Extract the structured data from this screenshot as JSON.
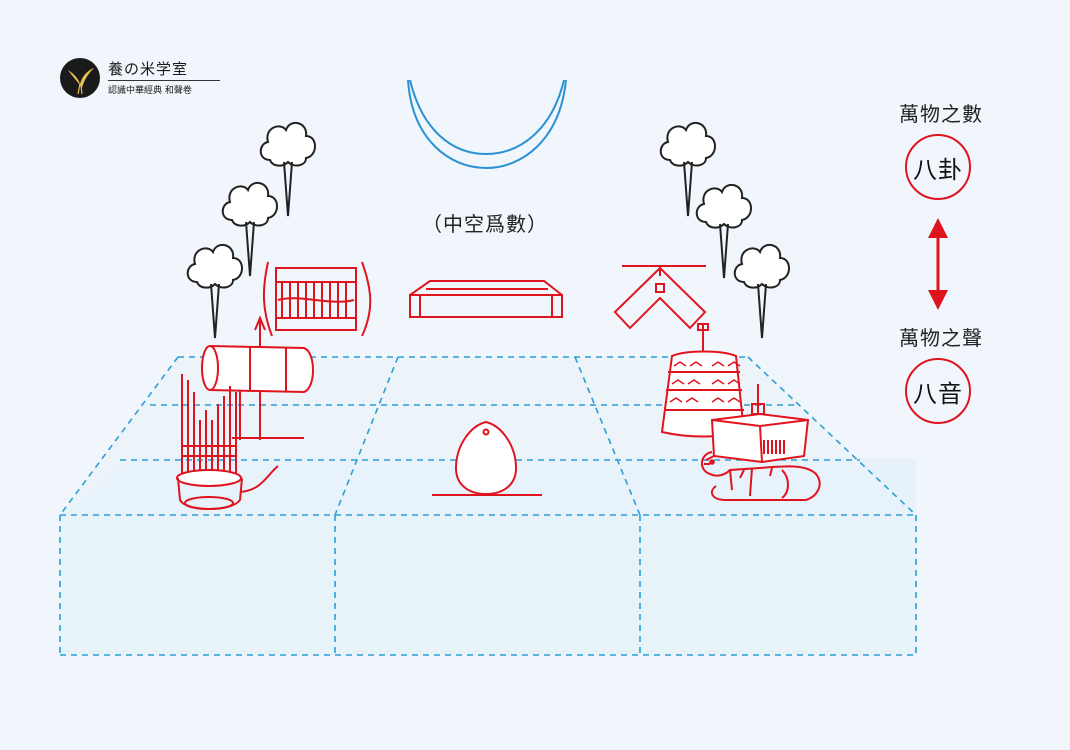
{
  "logo": {
    "title": "養の米学室",
    "subtitle": "認識中華經典 和聲卷",
    "icon": "bird-icon"
  },
  "labels": {
    "center": "（中空爲數）",
    "top_side": "萬物之數",
    "top_circle": "八卦",
    "bottom_side": "萬物之聲",
    "bottom_circle": "八音"
  },
  "colors": {
    "background": "#f0f6fb",
    "instrument_red": "#e0141e",
    "grid_blue": "#2b9fd6",
    "moon_blue": "#2a92d4",
    "text": "#222222"
  }
}
